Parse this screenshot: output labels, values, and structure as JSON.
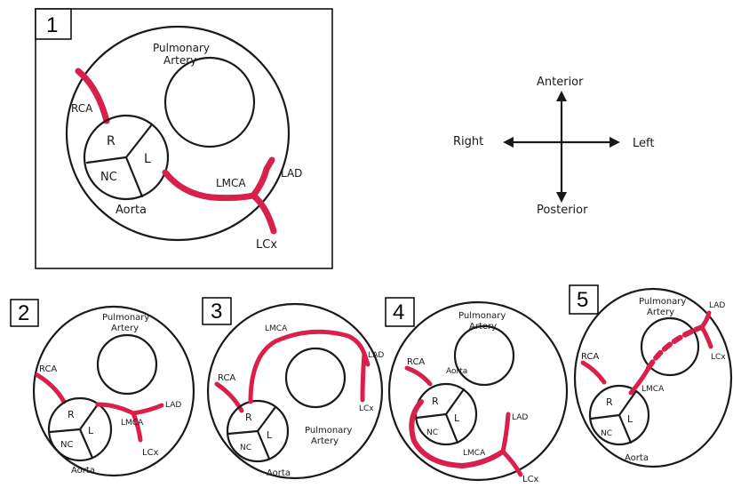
{
  "panels": [
    {
      "number": "1",
      "labels": {
        "pa_line1": "Pulmonary",
        "pa_line2": "Artery",
        "rca": "RCA",
        "r": "R",
        "l": "L",
        "nc": "NC",
        "aorta": "Aorta",
        "lmca": "LMCA",
        "lad": "LAD",
        "lcx": "LCx"
      }
    },
    {
      "number": "2",
      "labels": {
        "pa_line1": "Pulmonary",
        "pa_line2": "Artery",
        "rca": "RCA",
        "r": "R",
        "l": "L",
        "nc": "NC",
        "aorta": "Aorta",
        "lmca": "LMCA",
        "lad": "LAD",
        "lcx": "LCx"
      }
    },
    {
      "number": "3",
      "labels": {
        "pa_line1": "Pulmonary",
        "pa_line2": "Artery",
        "rca": "RCA",
        "r": "R",
        "l": "L",
        "nc": "NC",
        "aorta": "Aorta",
        "lmca": "LMCA",
        "lad": "LAD",
        "lcx": "LCx"
      }
    },
    {
      "number": "4",
      "labels": {
        "pa_line1": "Pulmonary",
        "pa_line2": "Artery",
        "rca": "RCA",
        "r": "R",
        "l": "L",
        "nc": "NC",
        "aorta": "Aorta",
        "lmca": "LMCA",
        "lad": "LAD",
        "lcx": "LCx"
      }
    },
    {
      "number": "5",
      "labels": {
        "pa_line1": "Pulmonary",
        "pa_line2": "Artery",
        "rca": "RCA",
        "r": "R",
        "l": "L",
        "nc": "NC",
        "aorta": "Aorta",
        "lmca": "LMCA",
        "lad": "LAD",
        "lcx": "LCx"
      }
    }
  ],
  "orientation": {
    "anterior": "Anterior",
    "posterior": "Posterior",
    "right": "Right",
    "left": "Left"
  },
  "colors": {
    "vessel": "#d8204a",
    "ink": "#1a1a1a"
  }
}
